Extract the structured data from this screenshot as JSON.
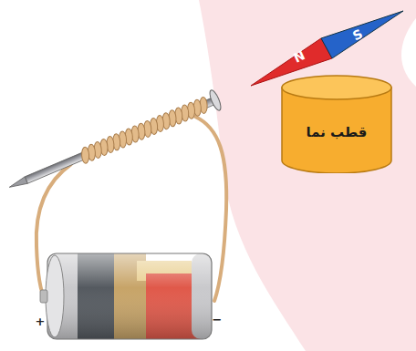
{
  "diagram": {
    "nodes": [
      {
        "text": [
          "N",
          "S"
        ]
      },
      {
        "text": [
          "قطب نما"
        ]
      }
    ],
    "labels": [
      "+",
      "−"
    ]
  }
}
